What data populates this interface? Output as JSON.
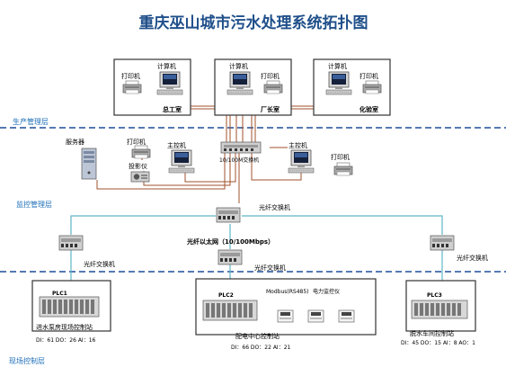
{
  "title": "重庆巫山城市污水处理系统拓扑图",
  "layers": {
    "production": "生产管理层",
    "monitoring": "监控管理层",
    "field": "现场控制层"
  },
  "offices": [
    {
      "name": "总工室",
      "printer": "打印机",
      "computer": "计算机"
    },
    {
      "name": "厂长室",
      "printer": "打印机",
      "computer": "计算机"
    },
    {
      "name": "化验室",
      "printer": "打印机",
      "computer": "计算机"
    }
  ],
  "monitoring": {
    "server": "服务器",
    "printer_left": "打印机",
    "host_left": "主控机",
    "projector": "投影仪",
    "switch": "10/100M交换机",
    "host_right": "主控机",
    "printer_right": "打印机"
  },
  "network": {
    "fiber_switch_main": "光纤交换机",
    "ethernet": "光纤以太网（10/100Mbps）",
    "fiber_switch_left": "光纤交换机",
    "fiber_switch_center": "光纤交换机",
    "fiber_switch_right": "光纤交换机"
  },
  "stations": [
    {
      "plc": "PLC1",
      "name": "进水泵房现场控制站",
      "io": "DI：61 DO：26 AI：16"
    },
    {
      "plc": "PLC2",
      "name": "配电中心控制站",
      "io": "DI：66 DO：22 AI：21",
      "modbus": "Modbus(RS485)",
      "meter": "电力监控仪"
    },
    {
      "plc": "PLC3",
      "name": "脱水车间控制站",
      "io": "DI：45 DO：15 AI：8 AO：1"
    }
  ],
  "colors": {
    "title": "#1f4f8a",
    "layer_text": "#1e6fb8",
    "dashed_line": "#1e4d9c",
    "lan_cable": "#a0522d",
    "fiber_cable": "#5fb6c6"
  }
}
